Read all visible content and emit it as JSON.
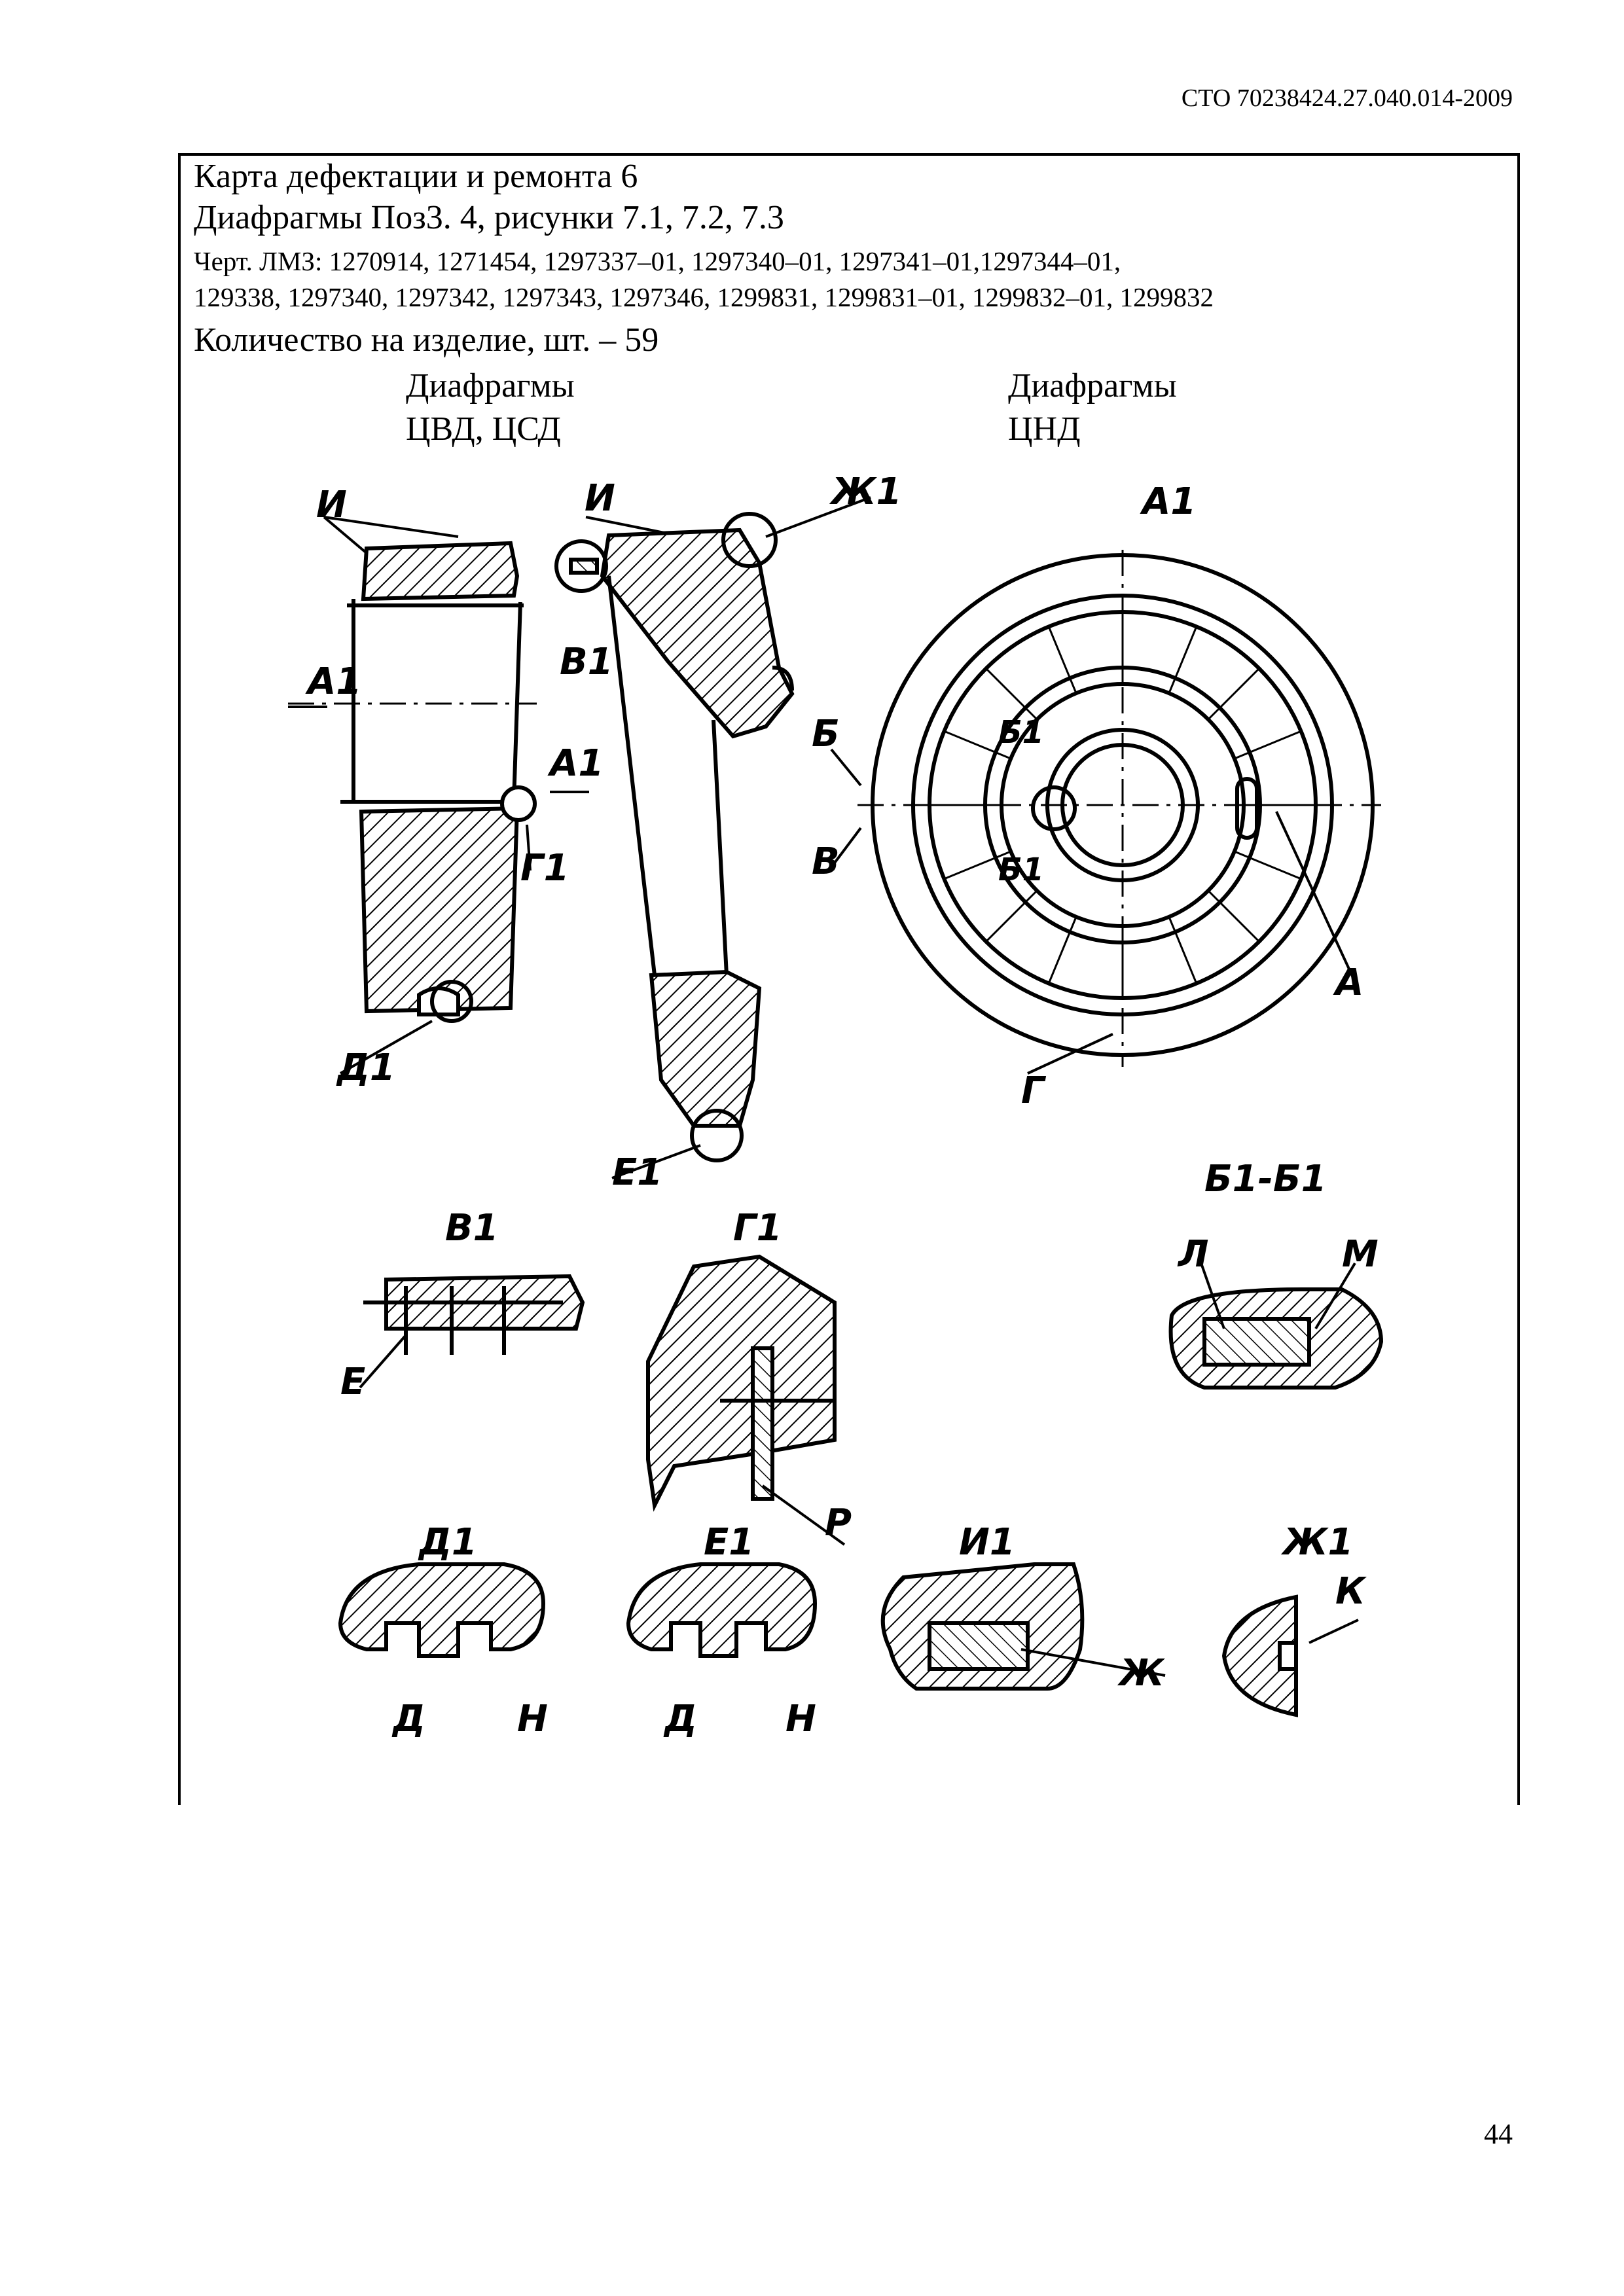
{
  "header": {
    "standard": "СТО 70238424.27.040.014-2009"
  },
  "card": {
    "title": "Карта дефектации и ремонта 6",
    "subtitle": "Диафрагмы Поз3. 4, рисунки 7.1, 7.2, 7.3",
    "drawings_line1": "Черт. ЛМЗ: 1270914, 1271454, 1297337–01, 1297340–01, 1297341–01,1297344–01,",
    "drawings_line2": "129338, 1297340, 1297342, 1297343, 1297346, 1299831, 1299831–01, 1299832–01, 1299832",
    "quantity": "Количество на изделие, шт. – 59",
    "left_heading_1": "Диафрагмы",
    "left_heading_2": "ЦВД, ЦСД",
    "right_heading_1": "Диафрагмы",
    "right_heading_2": "ЦНД"
  },
  "labels": {
    "I": "И",
    "Zh1": "Ж1",
    "A1": "А1",
    "V1": "В1",
    "G1": "Г1",
    "D1": "Д1",
    "E1": "Е1",
    "B": "Б",
    "V": "В",
    "B1": "Б1",
    "A": "А",
    "G": "Г",
    "E": "Е",
    "R": "Р",
    "B1B1": "Б1-Б1",
    "L": "Л",
    "M": "М",
    "D": "Д",
    "N": "Н",
    "I1": "И1",
    "Zh": "Ж",
    "K": "К"
  },
  "page_number": "44"
}
